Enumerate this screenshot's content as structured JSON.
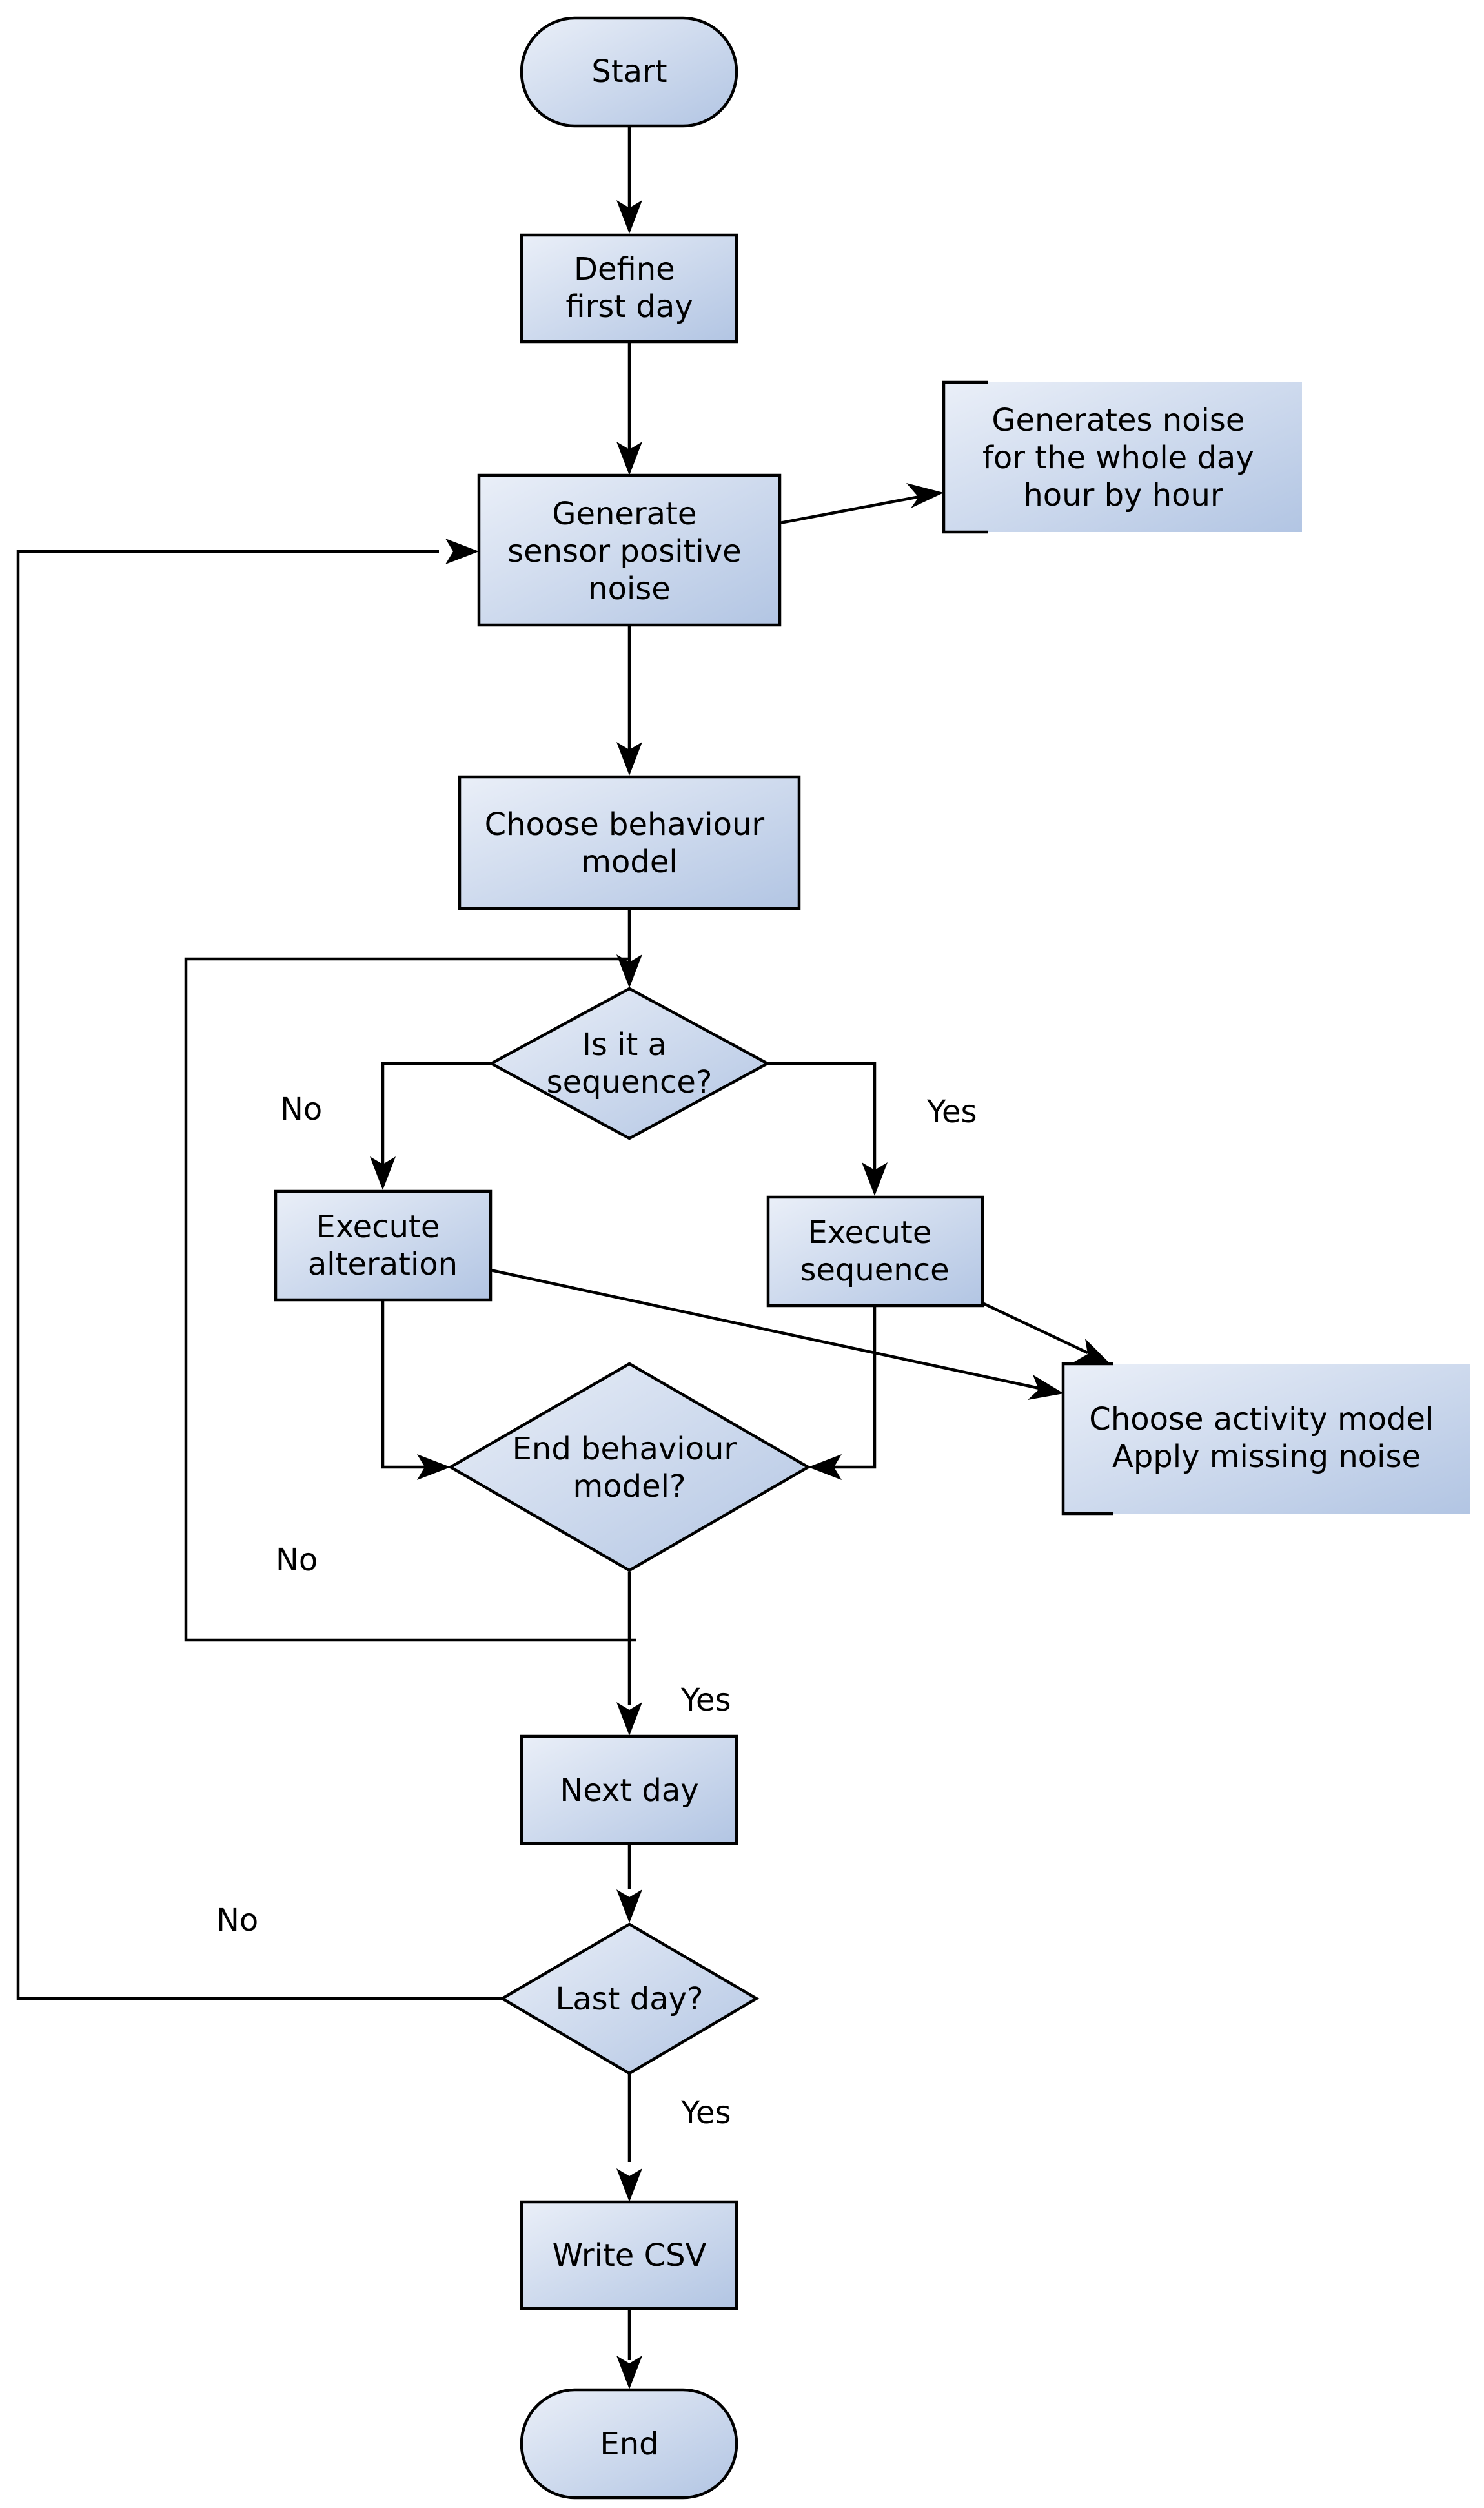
{
  "colors": {
    "fill_light": "#eaeff8",
    "fill_dark": "#b2c5e3",
    "stroke": "#000000",
    "background": "#ffffff"
  },
  "nodes": {
    "start": {
      "shape": "terminator",
      "lines": [
        "Start"
      ]
    },
    "define_first_day": {
      "shape": "process",
      "lines": [
        "Define",
        "first day"
      ]
    },
    "generate_noise": {
      "shape": "process",
      "lines": [
        "Generate",
        "sensor positive",
        "noise"
      ]
    },
    "note_noise": {
      "shape": "annotation",
      "lines": [
        "Generates noise",
        "for the whole day",
        "hour by hour"
      ]
    },
    "choose_behaviour": {
      "shape": "process",
      "lines": [
        "Choose behaviour",
        "model"
      ]
    },
    "is_sequence": {
      "shape": "decision",
      "lines": [
        "Is it a",
        "sequence?"
      ]
    },
    "execute_alteration": {
      "shape": "process",
      "lines": [
        "Execute",
        "alteration"
      ]
    },
    "execute_sequence": {
      "shape": "process",
      "lines": [
        "Execute",
        "sequence"
      ]
    },
    "note_activity": {
      "shape": "annotation",
      "lines": [
        "Choose activity model",
        "Apply missing noise"
      ]
    },
    "end_behaviour": {
      "shape": "decision",
      "lines": [
        "End behaviour",
        "model?"
      ]
    },
    "next_day": {
      "shape": "process",
      "lines": [
        "Next day"
      ]
    },
    "last_day": {
      "shape": "decision",
      "lines": [
        "Last day?"
      ]
    },
    "write_csv": {
      "shape": "process",
      "lines": [
        "Write CSV"
      ]
    },
    "end": {
      "shape": "terminator",
      "lines": [
        "End"
      ]
    }
  },
  "edge_labels": {
    "sequence_no": "No",
    "sequence_yes": "Yes",
    "end_behaviour_no": "No",
    "end_behaviour_yes": "Yes",
    "last_day_no": "No",
    "last_day_yes": "Yes"
  }
}
